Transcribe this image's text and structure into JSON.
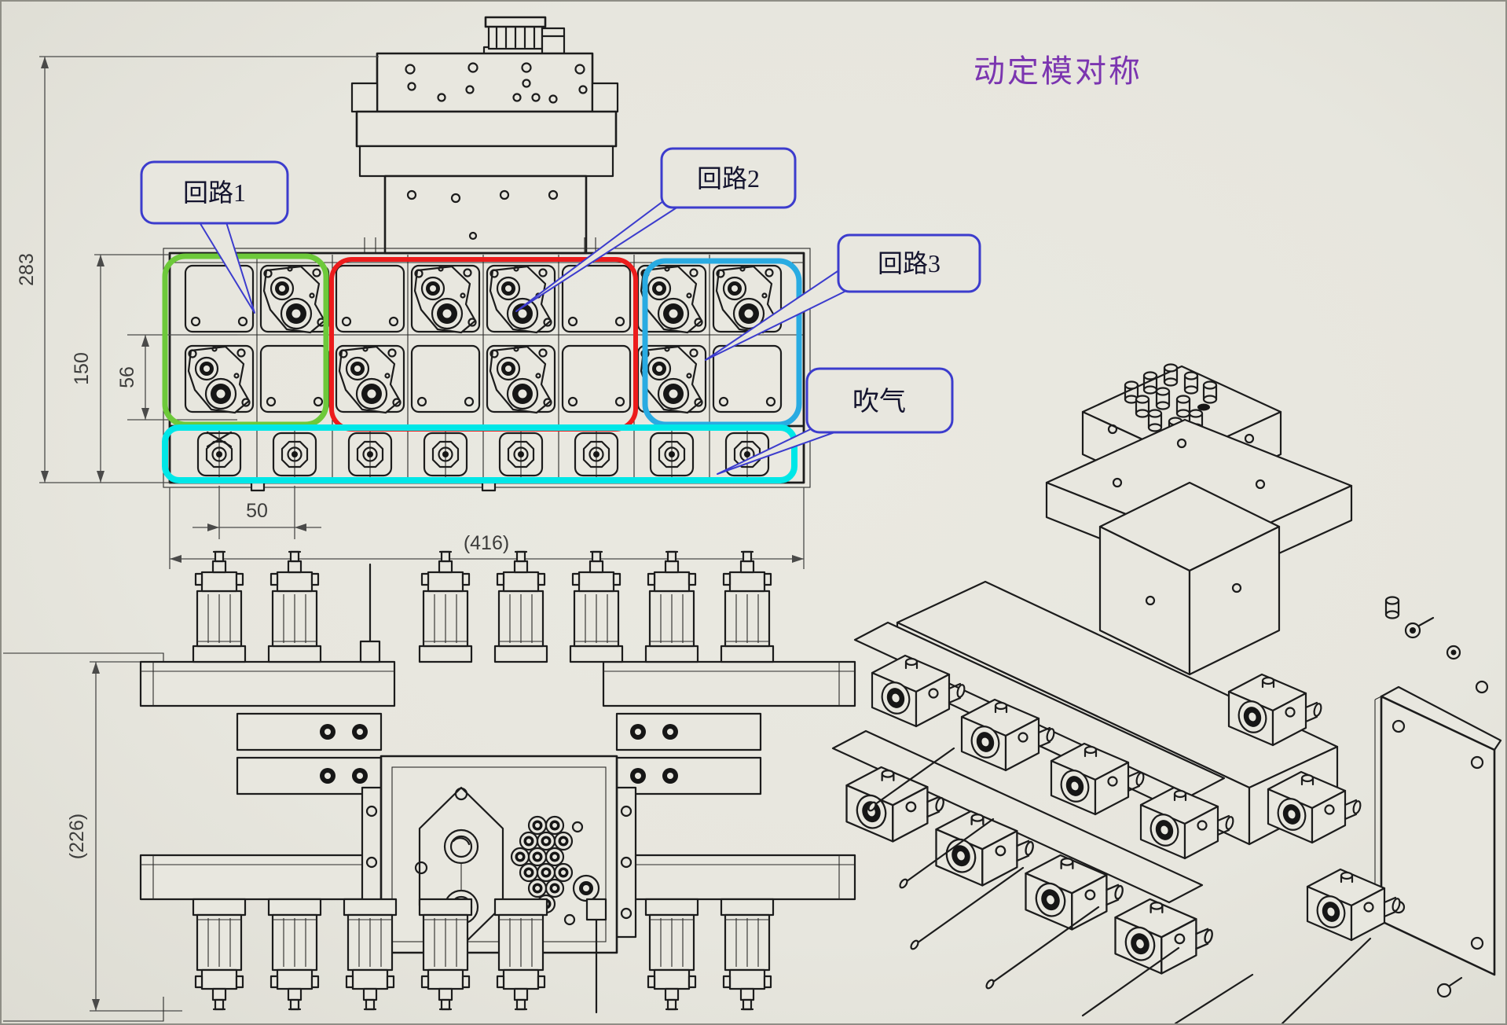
{
  "title": {
    "text": "动定模对称"
  },
  "callouts": {
    "circuit1": {
      "label": "回路1"
    },
    "circuit2": {
      "label": "回路2"
    },
    "circuit3": {
      "label": "回路3"
    },
    "blow": {
      "label": "吹气"
    }
  },
  "dimensions": {
    "total_height": "283",
    "body_height": "150",
    "row_spacing": "56",
    "port_spacing": "50",
    "total_width": "(416)",
    "side_height": "(226)"
  },
  "colors": {
    "background": "#e8e7df",
    "note_purple": "#7b35b0",
    "callout_border_blue": "#3c3ccd",
    "circuit1_green": "#6dc93a",
    "circuit2_red": "#ec1c1c",
    "circuit3_skyblue": "#29abe2",
    "blow_cyan": "#00e7e7",
    "drawing_line": "#1c1c1c",
    "dimension_gray": "#4a4a49"
  }
}
